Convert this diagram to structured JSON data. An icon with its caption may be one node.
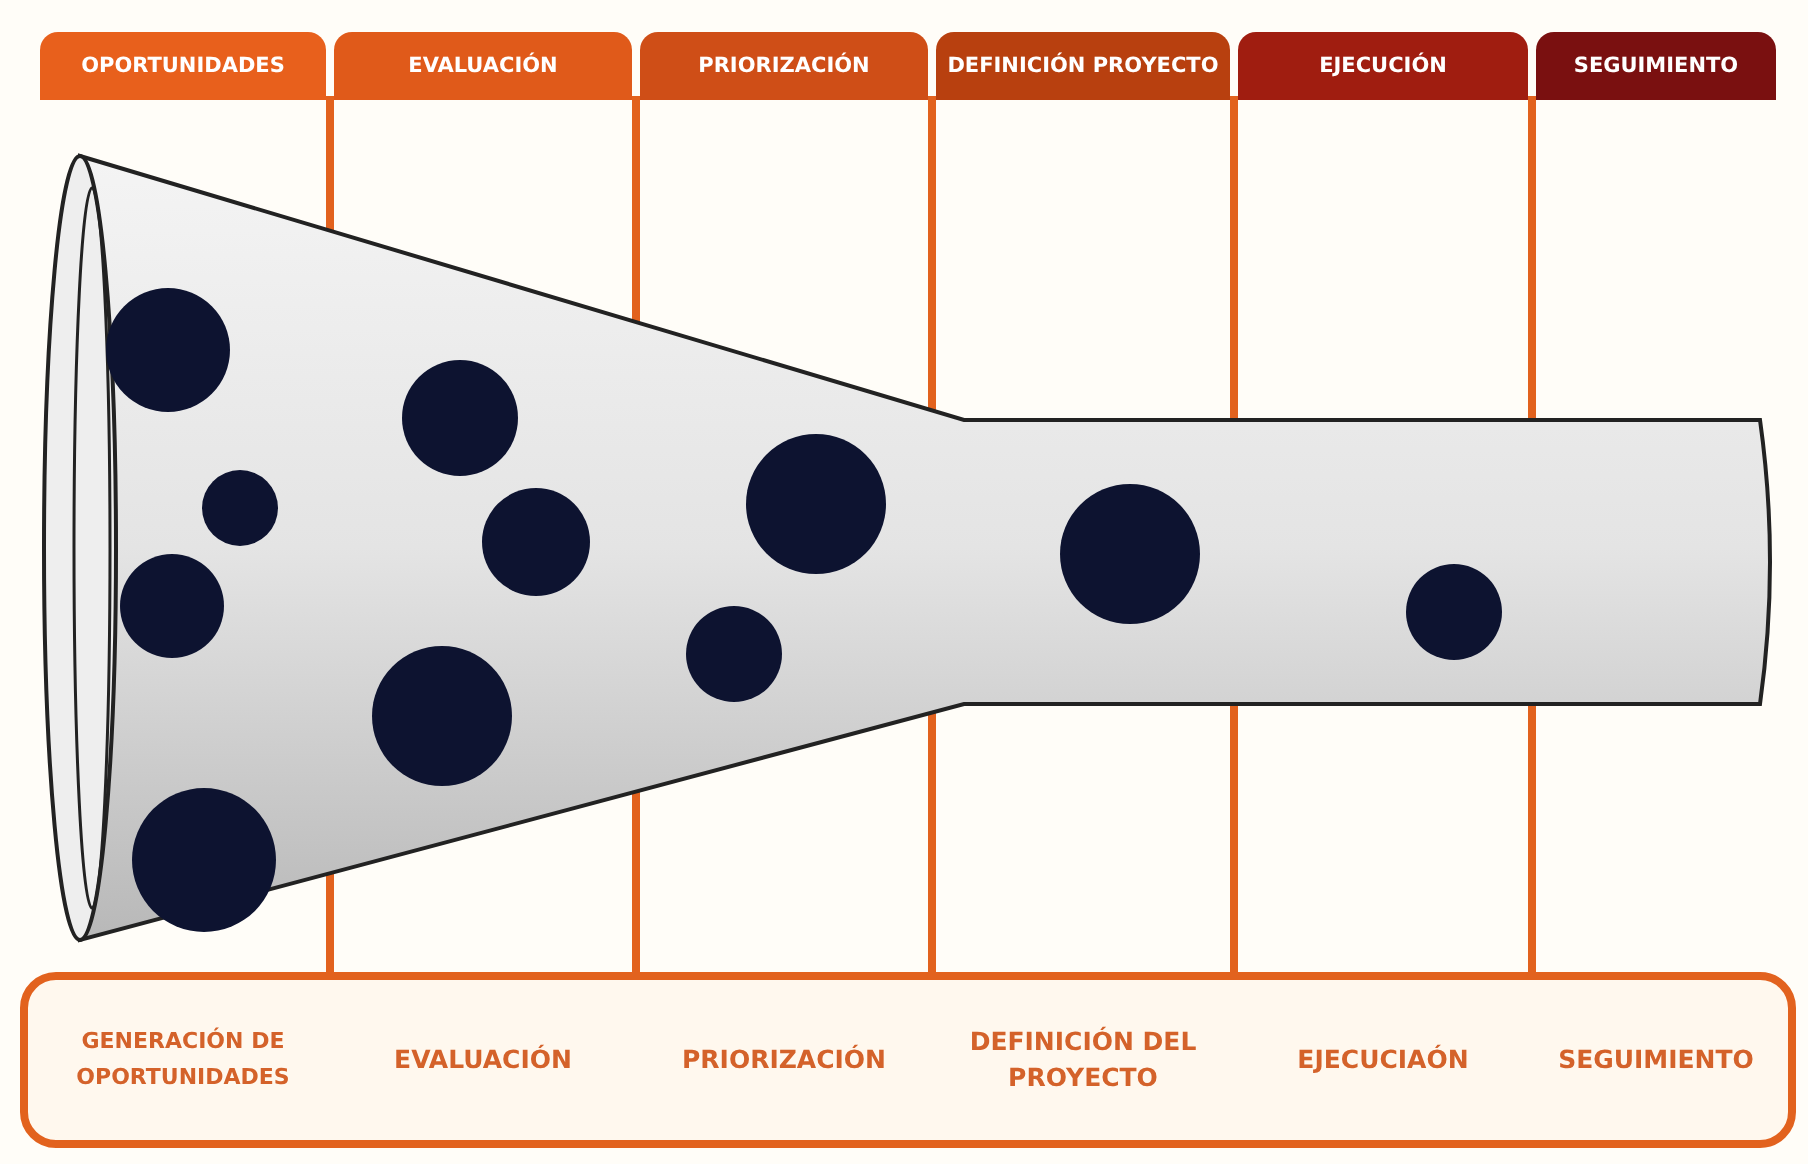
{
  "diagram": {
    "nodes": [
      {
        "text": [
          "OPORTUNIDADES"
        ]
      },
      {
        "text": [
          "EVALUACIÓN"
        ]
      },
      {
        "text": [
          "PRIORIZACIÓN"
        ]
      },
      {
        "text": [
          "DEFINICIÓN PROYECTO"
        ]
      },
      {
        "text": [
          "EJECUCIÓN"
        ]
      },
      {
        "text": [
          "SEGUIMIENTO"
        ]
      },
      {
        "text": [
          "GENERACIÓN DE OPORTUNIDADES"
        ]
      },
      {
        "text": [
          "EVALUACIÓN"
        ]
      },
      {
        "text": [
          "PRIORIZACIÓN"
        ]
      },
      {
        "text": [
          "DEFINICIÓN DEL PROYECTO"
        ]
      },
      {
        "text": [
          "EJECUCIAÓN"
        ]
      },
      {
        "text": [
          "SEGUIMIENTO"
        ]
      }
    ]
  }
}
